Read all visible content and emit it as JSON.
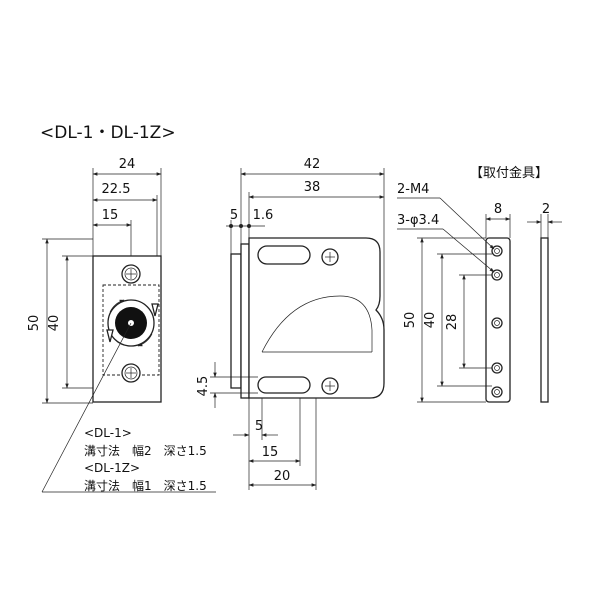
{
  "title": "<DL-1・DL-1Z>",
  "bracket_title": "【取付金具】",
  "front": {
    "w24": "24",
    "w22_5": "22.5",
    "w15": "15",
    "h50": "50",
    "h40": "40"
  },
  "side": {
    "w42": "42",
    "w38": "38",
    "d5": "5",
    "d1_6": "1.6",
    "h4_5": "4.5",
    "b5": "5",
    "b15": "15",
    "b20": "20"
  },
  "bracket": {
    "m4": "2-M4",
    "phi": "3-φ3.4",
    "w8": "8",
    "t2": "2",
    "h50": "50",
    "h40": "40",
    "h28": "28"
  },
  "notes": {
    "dl1_title": "<DL-1>",
    "dl1_spec": "溝寸法　幅2　深さ1.5",
    "dl1z_title": "<DL-1Z>",
    "dl1z_spec": "溝寸法　幅1　深さ1.5"
  }
}
